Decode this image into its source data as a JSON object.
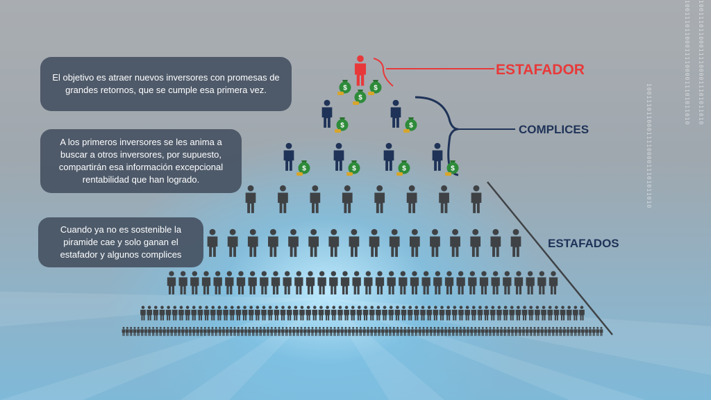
{
  "notes": [
    "El objetivo es atraer nuevos inversores con promesas de grandes retornos, que se cumple esa primera vez.",
    "A los primeros inversores se les anima a buscar a otros inversores, por supuesto, compartirán esa información excepcional rentabilidad que han logrado.",
    "Cuando ya no es sostenible la piramide cae y solo ganan el estafador y algunos complices"
  ],
  "labels": {
    "scammer": "ESTAFADOR",
    "accomplices": "COMPLICES",
    "scammed": "ESTAFADOS"
  },
  "money_symbol": "$",
  "binary_text": "1001110110001111000011101011010",
  "colors": {
    "scammer": "#e8393a",
    "accomplices": "#1f3358",
    "scammed": "#3f4245",
    "money": "#2e8b3a",
    "coins": "#d7a52b",
    "note_bg": "#465263",
    "background": "#a9adb1"
  },
  "icons": [
    "person-icon",
    "money-bag-icon",
    "coin-stack-icon",
    "bracket-icon"
  ]
}
